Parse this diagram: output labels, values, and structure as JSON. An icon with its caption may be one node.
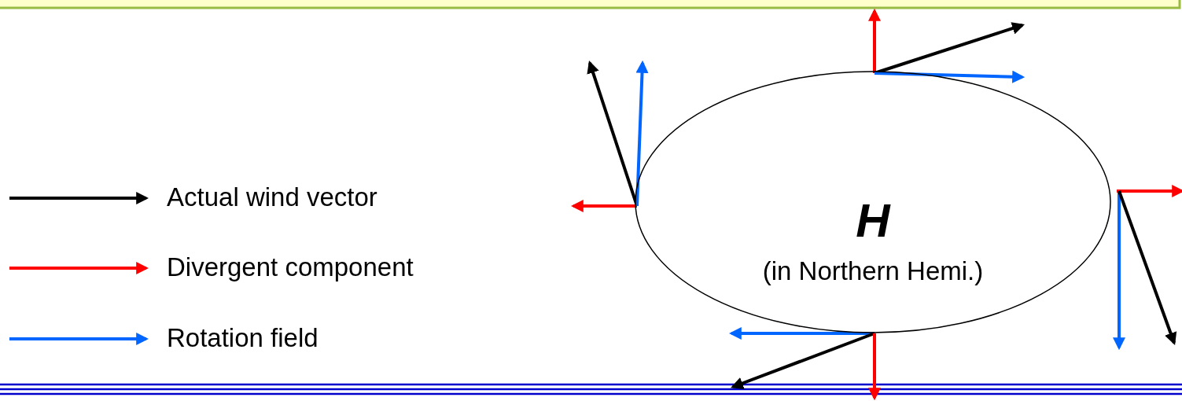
{
  "diagram": {
    "nodes": [
      {
        "text": [
          "H",
          "(in Northern Hemi.)"
        ]
      }
    ],
    "legend": [
      {
        "text": "Actual wind vector"
      },
      {
        "text": "Divergent component"
      },
      {
        "text": "Rotation field"
      }
    ]
  }
}
